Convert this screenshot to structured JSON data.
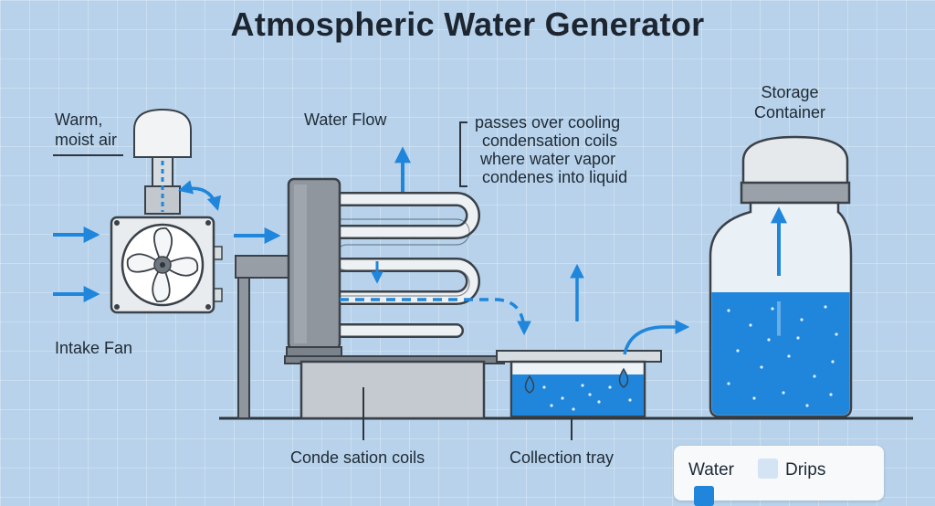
{
  "title": "Atmospheric Water Generator",
  "labels": {
    "warm_air": [
      "Warm,",
      "moist air"
    ],
    "water_flow": "Water Flow",
    "passes_over": [
      "passes over cooling",
      "condensation coils",
      "where water vapor",
      "condenes into liquid"
    ],
    "storage": [
      "Storage",
      "Container"
    ],
    "intake_fan": "Intake Fan",
    "coils": "Conde sation coils",
    "tray": "Collection tray"
  },
  "legend": {
    "water_label": "Water",
    "drips_label": "Drips",
    "water_color": "#1f86dc",
    "drips_color": "#d4e4f4"
  },
  "colors": {
    "background": "#b7d2ea",
    "water": "#1f86dc",
    "arrow": "#1f86dc",
    "metal_dark": "#8f969d",
    "metal_light": "#e9ecef",
    "outline": "#3a4148"
  },
  "icons": [
    "fan-icon",
    "flow-arrow-icon",
    "water-drop-icon",
    "dome-cap-icon"
  ]
}
